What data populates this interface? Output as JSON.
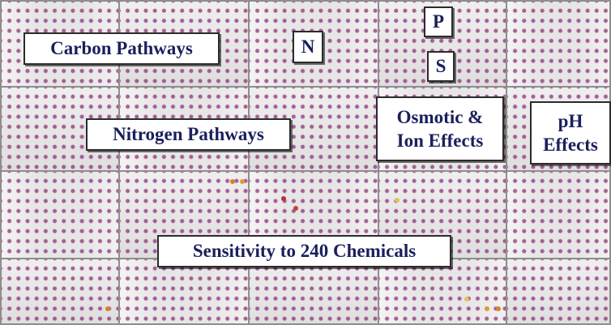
{
  "labels": {
    "carbon": "Carbon Pathways",
    "n": "N",
    "p": "P",
    "s": "S",
    "nitrogen": "Nitrogen Pathways",
    "osmotic": [
      "Osmotic &",
      "Ion Effects"
    ],
    "ph": [
      "pH",
      "Effects"
    ],
    "sensitivity": "Sensitivity to 240 Chemicals"
  },
  "colors": {
    "label_text": "#1a1f5c",
    "well_purple": "#8c2873",
    "well_orange": "#d9822b",
    "well_red": "#b8322d",
    "plate_frame": "#8e8e8e"
  }
}
